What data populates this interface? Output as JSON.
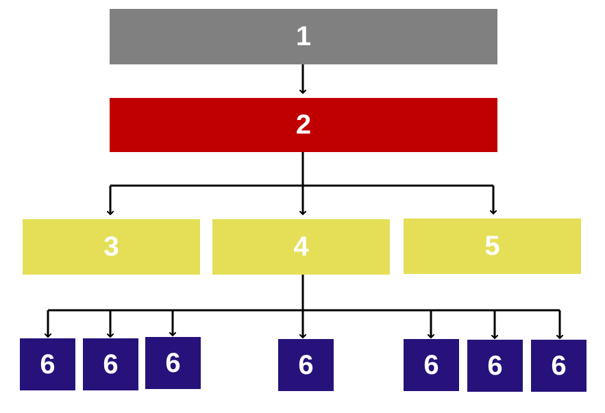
{
  "colors": {
    "level1": "#808080",
    "level2": "#c00000",
    "level3": "#e5df58",
    "level4": "#26127a",
    "connector": "#000000"
  },
  "nodes": {
    "n1": "1",
    "n2": "2",
    "n3": "3",
    "n4": "4",
    "n5": "5",
    "leaves": [
      "6",
      "6",
      "6",
      "6",
      "6",
      "6",
      "6"
    ]
  }
}
